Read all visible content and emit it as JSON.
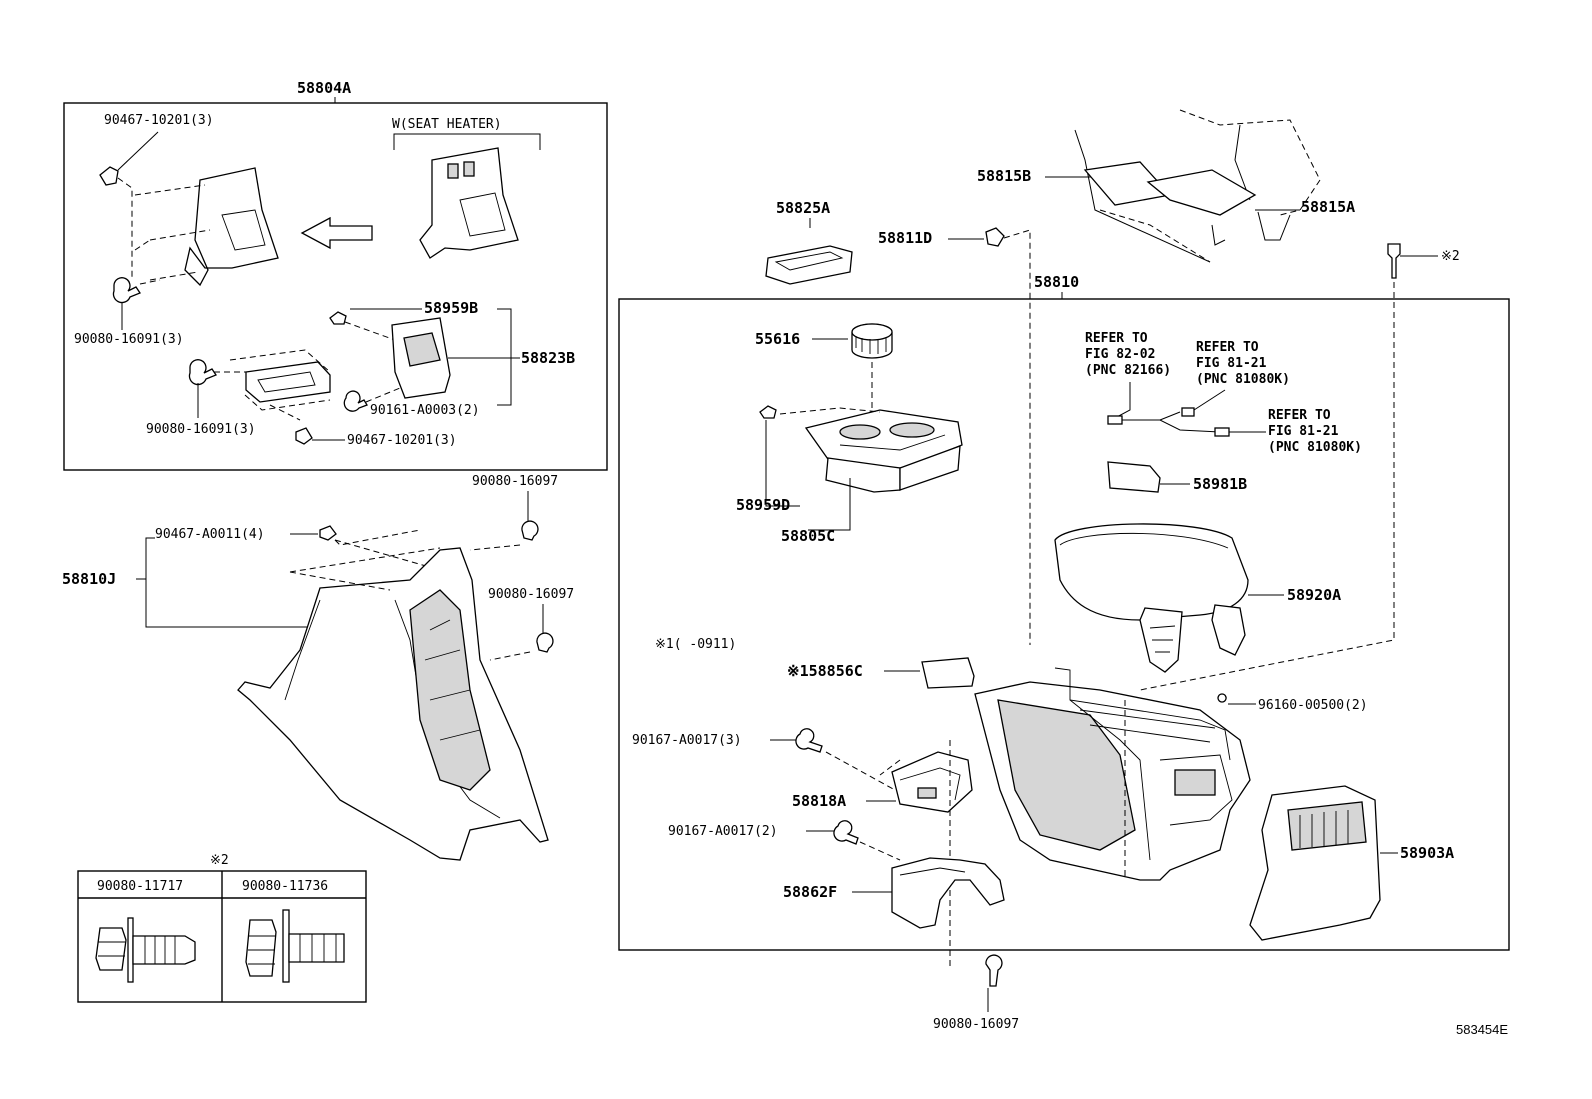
{
  "labels": {
    "p58804A": "58804A",
    "p90467_top": "90467-10201(3)",
    "seat_heater": "W(SEAT HEATER)",
    "p90080_left": "90080-16091(3)",
    "p58959B": "58959B",
    "p58823B": "58823B",
    "p90161": "90161-A0003(2)",
    "p90080_mid": "90080-16091(3)",
    "p90467_bot": "90467-10201(3)",
    "p90080_16097_a": "90080-16097",
    "p90467_A0011": "90467-A0011(4)",
    "p58810J": "58810J",
    "p90080_16097_b": "90080-16097",
    "note2_top": "※2",
    "col1": "90080-11717",
    "col2": "90080-11736",
    "p58825A": "58825A",
    "p58811D": "58811D",
    "p58815B": "58815B",
    "p58815A": "58815A",
    "note2_right": "※2",
    "p58810": "58810",
    "p55616": "55616",
    "ref1_line1": "REFER TO",
    "ref1_line2": "FIG 82-02",
    "ref1_line3": "(PNC 82166)",
    "ref2_line1": "REFER TO",
    "ref2_line2": "FIG 81-21",
    "ref2_line3": "(PNC 81080K)",
    "ref3_line1": "REFER TO",
    "ref3_line2": "FIG 81-21",
    "ref3_line3": "(PNC 81080K)",
    "p58981B": "58981B",
    "p58959D": "58959D",
    "p58805C": "58805C",
    "p58920A": "58920A",
    "note1": "※1(   -0911)",
    "p58856C": "※158856C",
    "p96160": "96160-00500(2)",
    "p90167_3": "90167-A0017(3)",
    "p58818A": "58818A",
    "p90167_2": "90167-A0017(2)",
    "p58862F": "58862F",
    "p58903A": "58903A",
    "p90080_16097_c": "90080-16097",
    "figure_id": "583454E"
  }
}
